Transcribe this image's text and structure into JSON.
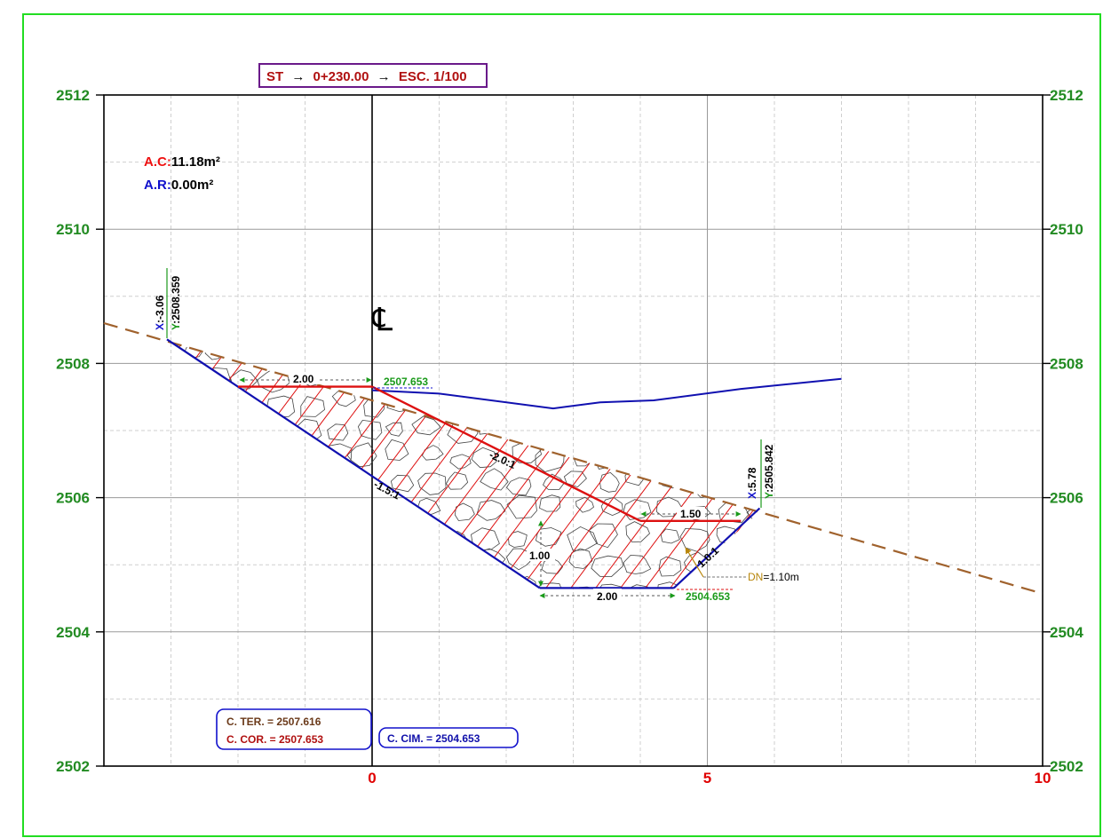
{
  "title": {
    "prefix": "ST",
    "station": "0+230.00",
    "scale": "ESC. 1/100",
    "arrow": "→"
  },
  "areas": {
    "ac_label": "A.C:",
    "ac_value": "11.18m²",
    "ar_label": "A.R:",
    "ar_value": "0.00m²"
  },
  "centerline_symbol": "℄",
  "points": {
    "left": {
      "x_label": "X",
      "x_value": ":-3.06",
      "y_label": "Y",
      "y_value": ":2508.359"
    },
    "right": {
      "x_label": "X",
      "x_value": ":5.78",
      "y_label": "Y",
      "y_value": ":2505.842"
    }
  },
  "dimensions": {
    "top_width": "2.00",
    "top_elev": "2507.653",
    "slope_left": "-1.5:1",
    "slope_mid": "-2.0:1",
    "slope_right": "1.0:1",
    "berm_width": "1.50",
    "depth": "1.00",
    "bottom_width": "2.00",
    "bottom_elev": "2504.653",
    "dn_label": "DN",
    "dn_value": "=1.10m"
  },
  "info_boxes": {
    "ter": "C. TER. = 2507.616",
    "cor": "C. COR. = 2507.653",
    "cim": "C. CIM. = 2504.653"
  },
  "chart_data": {
    "type": "cross-section",
    "x_ticks": [
      "0",
      "5",
      "10"
    ],
    "y_ticks": [
      "2512",
      "2510",
      "2508",
      "2506",
      "2504",
      "2502"
    ],
    "xlim": [
      -4,
      10
    ],
    "ylim": [
      2502,
      2512
    ],
    "grid": true,
    "ground_line": [
      [
        -4,
        2508.6
      ],
      [
        10,
        2504.57
      ]
    ],
    "section_lines": {
      "left_slope": [
        [
          -3.06,
          2508.359
        ],
        [
          2.5,
          2504.653
        ]
      ],
      "bottom": [
        [
          2.5,
          2504.653
        ],
        [
          4.5,
          2504.653
        ]
      ],
      "right_slope": [
        [
          4.5,
          2504.653
        ],
        [
          5.78,
          2505.842
        ]
      ],
      "red_top": [
        [
          -2,
          2507.653
        ],
        [
          0,
          2507.653
        ]
      ],
      "red_slope": [
        [
          0,
          2507.653
        ],
        [
          4,
          2505.653
        ]
      ],
      "red_berm": [
        [
          4,
          2505.653
        ],
        [
          5.5,
          2505.653
        ]
      ],
      "blue_terrain": [
        [
          0,
          2507.6
        ],
        [
          1.0,
          2507.55
        ],
        [
          2.7,
          2507.33
        ],
        [
          3.4,
          2507.42
        ],
        [
          4.2,
          2507.45
        ],
        [
          5.5,
          2507.62
        ],
        [
          7.0,
          2507.77
        ]
      ]
    },
    "colors": {
      "grid_axis": "#000000",
      "y_labels": "#228b22",
      "x_labels": "#e00000",
      "ground": "#a0622d",
      "section": "#1010b0",
      "cut": "#dd1010",
      "frame": "#22dd22"
    }
  }
}
